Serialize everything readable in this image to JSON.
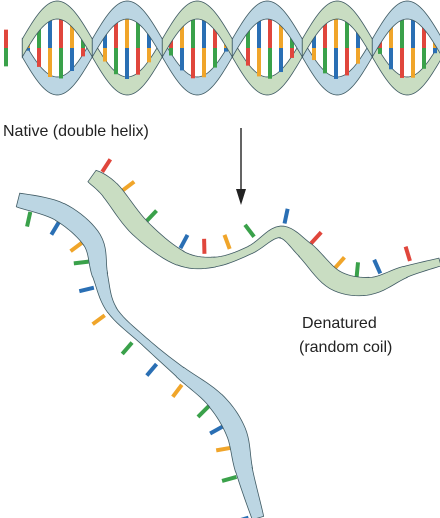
{
  "labels": {
    "native": "Native (double helix)",
    "denatured_line1": "Denatured",
    "denatured_line2": "(random coil)"
  },
  "colors": {
    "strand_blue": "#bcd6e3",
    "strand_green": "#c9ddc2",
    "strand_edge": "#3f5a63",
    "base_red": "#e0463c",
    "base_orange": "#f0a52a",
    "base_green": "#3aa14a",
    "base_blue": "#2a6fb4",
    "arrow": "#222222"
  }
}
